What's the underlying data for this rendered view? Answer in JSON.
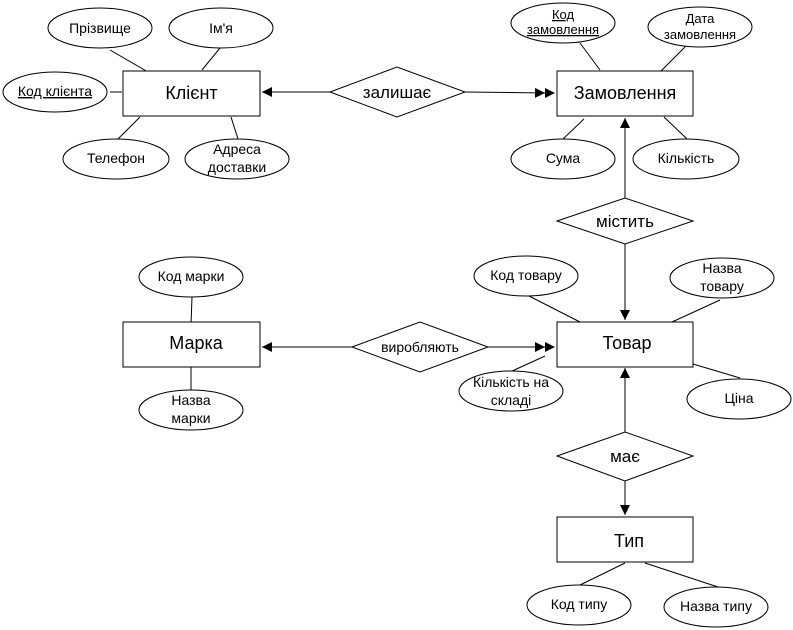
{
  "entities": {
    "client": "Клієнт",
    "order": "Замовлення",
    "brand": "Марка",
    "product": "Товар",
    "type": "Тип"
  },
  "relationships": {
    "leaves": "залишає",
    "contains": "містить",
    "produce": "виробляють",
    "has": "має"
  },
  "attributes": {
    "surname": "Прізвище",
    "first_name": "Ім'я",
    "client_code": "Код клієнта",
    "phone": "Телефон",
    "delivery_address": [
      "Адреса",
      "доставки"
    ],
    "order_code": [
      "Код",
      "замовлення"
    ],
    "order_date": [
      "Дата",
      "замовлення"
    ],
    "sum": "Сума",
    "quantity": "Кількість",
    "brand_code": "Код марки",
    "brand_name": [
      "Назва",
      "марки"
    ],
    "product_code": "Код товару",
    "product_name": [
      "Назва",
      "товару"
    ],
    "stock_quantity": [
      "Кількість на",
      "складі"
    ],
    "price": "Ціна",
    "type_code": "Код типу",
    "type_name": "Назва типу"
  }
}
